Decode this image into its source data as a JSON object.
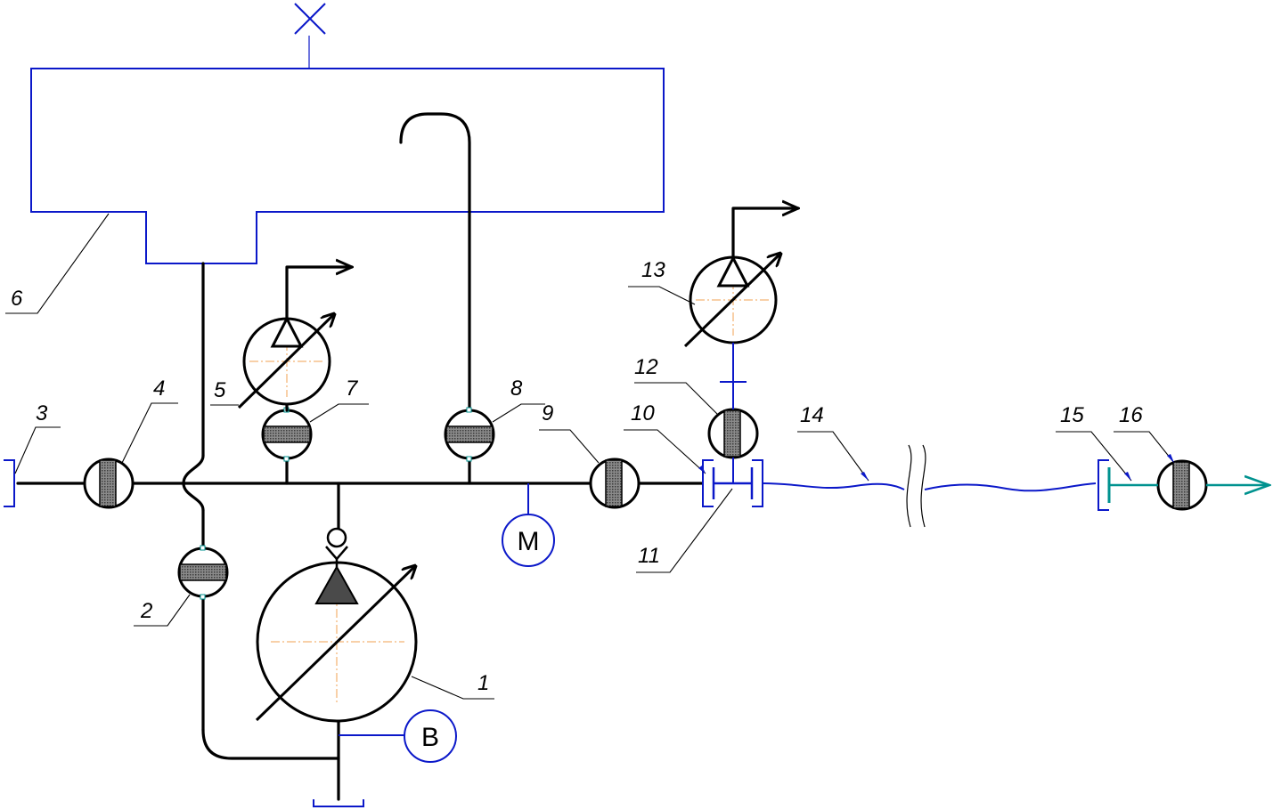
{
  "labels": {
    "l1": "1",
    "l2": "2",
    "l3": "3",
    "l4": "4",
    "l5": "5",
    "l6": "6",
    "l7": "7",
    "l8": "8",
    "l9": "9",
    "l10": "10",
    "l11": "11",
    "l12": "12",
    "l13": "13",
    "l14": "14",
    "l15": "15",
    "l16": "16"
  },
  "gauges": {
    "pressure": "M",
    "vacuum": "B"
  },
  "colors": {
    "pipe": "#000000",
    "tank": "#0b18c9",
    "hose": "#0b18c9",
    "outlet": "#00928f",
    "valve_fill": "#6e6e6e"
  }
}
